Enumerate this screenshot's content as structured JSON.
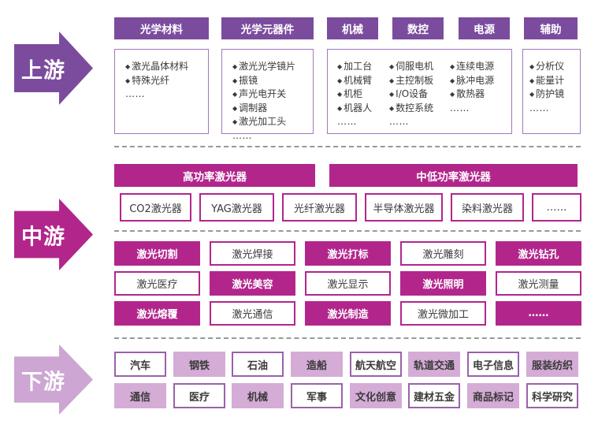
{
  "glyphs": {
    "bullet": "◆"
  },
  "colors": {
    "upstream_purple": "#7b4c9e",
    "upstream_box_border": "#a179ba",
    "midstream_magenta": "#b2268c",
    "downstream_arrow": "#cda6d3",
    "downstream_fill": "#d4acd6",
    "downstream_border": "#9b61ab",
    "text": "#3a3a3a",
    "dash": "#999999"
  },
  "upstream": {
    "label": "上游",
    "columns": [
      {
        "header": "光学材料",
        "items": [
          "激光晶体材料",
          "特殊光纤"
        ],
        "more": "……"
      },
      {
        "header": "光学元器件",
        "items": [
          "激光光学镜片",
          "振镜",
          "声光电开关",
          "调制器",
          "激光加工头"
        ],
        "more": "……"
      },
      {
        "header": "机械",
        "items": [
          "加工台",
          "机械臂",
          "机柜",
          "机器人"
        ],
        "more": "……"
      },
      {
        "header": "数控",
        "items": [
          "伺服电机",
          "主控制板",
          "I/O设备",
          "数控系统"
        ],
        "more": "……"
      },
      {
        "header": "电源",
        "items": [
          "连续电源",
          "脉冲电源",
          "散热器"
        ],
        "more": "……"
      },
      {
        "header": "辅助",
        "items": [
          "分析仪",
          "能量计",
          "防护镜"
        ],
        "more": "……"
      }
    ]
  },
  "midstream": {
    "label": "中游",
    "bars": [
      "高功率激光器",
      "中低功率激光器"
    ],
    "laser_types": [
      "CO2激光器",
      "YAG激光器",
      "光纤激光器",
      "半导体激光器",
      "染料激光器",
      "……"
    ],
    "applications": [
      {
        "label": "激光切割",
        "filled": true
      },
      {
        "label": "激光焊接",
        "filled": false
      },
      {
        "label": "激光打标",
        "filled": true
      },
      {
        "label": "激光雕刻",
        "filled": false
      },
      {
        "label": "激光钻孔",
        "filled": true
      },
      {
        "label": "激光医疗",
        "filled": false
      },
      {
        "label": "激光美容",
        "filled": true
      },
      {
        "label": "激光显示",
        "filled": false
      },
      {
        "label": "激光照明",
        "filled": true
      },
      {
        "label": "激光测量",
        "filled": false
      },
      {
        "label": "激光熔覆",
        "filled": true
      },
      {
        "label": "激光通信",
        "filled": false
      },
      {
        "label": "激光制造",
        "filled": true
      },
      {
        "label": "激光微加工",
        "filled": false
      },
      {
        "label": "……",
        "filled": true
      }
    ]
  },
  "downstream": {
    "label": "下游",
    "industries": [
      {
        "label": "汽车",
        "filled": false
      },
      {
        "label": "钢铁",
        "filled": true
      },
      {
        "label": "石油",
        "filled": false
      },
      {
        "label": "造船",
        "filled": true
      },
      {
        "label": "航天航空",
        "filled": false
      },
      {
        "label": "轨道交通",
        "filled": true
      },
      {
        "label": "电子信息",
        "filled": false
      },
      {
        "label": "服装纺织",
        "filled": true
      },
      {
        "label": "通信",
        "filled": true
      },
      {
        "label": "医疗",
        "filled": false
      },
      {
        "label": "机械",
        "filled": true
      },
      {
        "label": "军事",
        "filled": false
      },
      {
        "label": "文化创意",
        "filled": true
      },
      {
        "label": "建材五金",
        "filled": false
      },
      {
        "label": "商品标记",
        "filled": true
      },
      {
        "label": "科学研究",
        "filled": false
      }
    ]
  }
}
